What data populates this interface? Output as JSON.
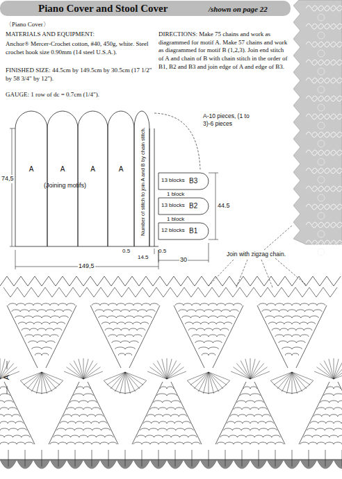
{
  "diagram": {
    "title": "Piano Cover and Stool Cover",
    "nodes": [
      {
        "text": [
          "A"
        ]
      },
      {
        "text": [
          "A"
        ]
      },
      {
        "text": [
          "A"
        ]
      },
      {
        "text": [
          "A"
        ]
      },
      {
        "text": [
          "B3"
        ]
      },
      {
        "text": [
          "B2"
        ]
      },
      {
        "text": [
          "B1"
        ]
      }
    ],
    "labels": [
      "/shown on page 22",
      "〈Piano Cover〉",
      "MATERIALS AND EQUIPMENT:",
      "Anchor® Mercer-Crochet cotton, #40, 450g, white. Steel crochet hook size 0.90mm (14 steel U.S.A.).",
      "FINISHED SIZE: 44.5cm by 149.5cm by 30.5cm (17 1/2\" by 58 3/4\" by 12\").",
      "GAUGE: 1 row of dc = 0.7cm (1/4\").",
      "DIRECTIONS: Make 75 chains and work as diagrammed for motif A. Make 57 chains and work as diagrammed for motif B (1,2,3). Join end stitch of A and chain of B with chain stitch in the order of B1, B2 and B3 and join edge of A and edge of B3.",
      "74,5",
      "(Joining motifs)",
      "Number of stitch to join A and B by chain stitch.",
      "0.5",
      "14.5",
      "149,5",
      "A-10 pieces, (1 to 3)-6 pieces",
      "13 blocks",
      "1 block",
      "13 blocks",
      "1 block",
      "12 blocks",
      "44.5",
      "0.5",
      "30",
      "Join with zigzag chain.",
      "A"
    ]
  }
}
